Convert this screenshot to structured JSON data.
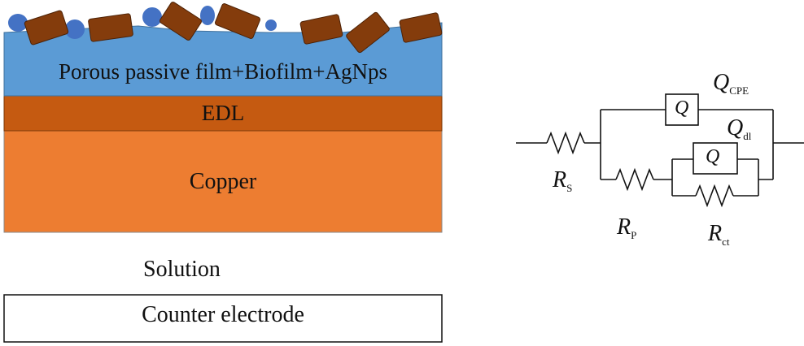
{
  "layers": {
    "film": {
      "label": "Porous passive film+Biofilm+AgNps",
      "color": "#5b9bd5"
    },
    "edl": {
      "label": "EDL",
      "color": "#c55a11"
    },
    "copper": {
      "label": "Copper",
      "color": "#ed7d31"
    }
  },
  "particles": {
    "nanoparticle_color": "#4472c4",
    "biofilm_color": "#843c0c"
  },
  "solution_label": "Solution",
  "counter_electrode_label": "Counter electrode",
  "circuit": {
    "rs": {
      "main": "R",
      "sub": "S"
    },
    "rp": {
      "main": "R",
      "sub": "P"
    },
    "rct": {
      "main": "R",
      "sub": "ct"
    },
    "q_cpe": {
      "main": "Q",
      "sub": "CPE"
    },
    "q_dl": {
      "main": "Q",
      "sub": "dl"
    },
    "q_box_label_outer": "Q",
    "q_box_label_inner": "Q"
  }
}
